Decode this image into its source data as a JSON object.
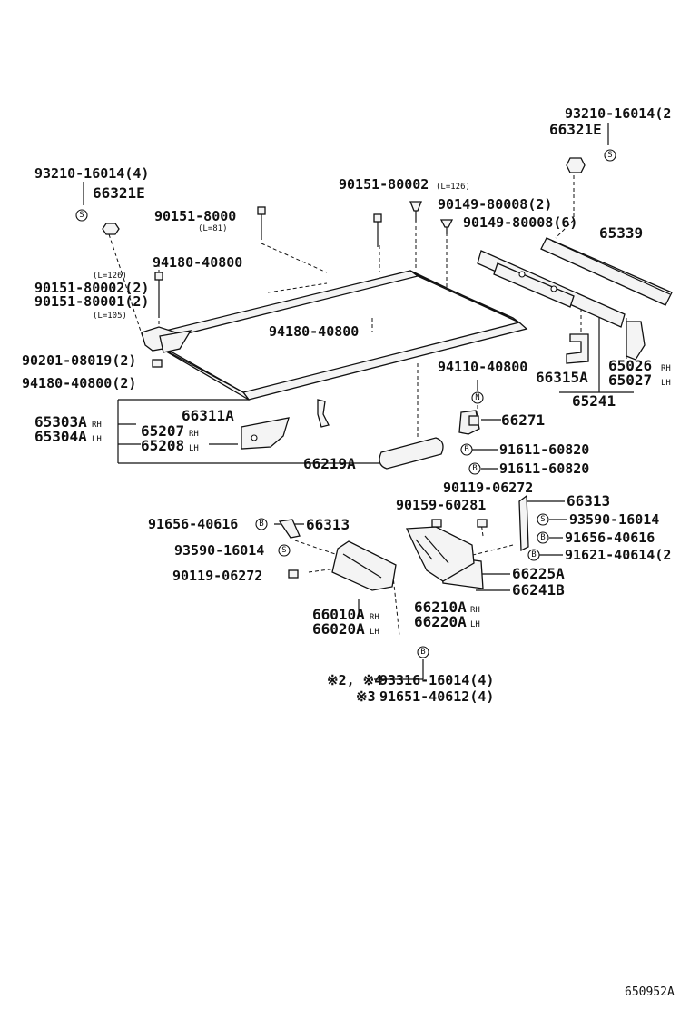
{
  "diagram": {
    "catalog_code": "650952A",
    "labels": {
      "l_93210_tr": "93210-16014(2",
      "l_66321e_tr": "66321E",
      "l_93210_tl": "93210-16014(4)",
      "l_66321e_tl": "66321E",
      "l_90151_a": "90151-8000",
      "l_90151_a_len": "(L=81)",
      "l_90151_top": "90151-80002",
      "l_90151_top_len": "(L=126)",
      "l_90149_2": "90149-80008(2)",
      "l_90149_6": "90149-80008(6)",
      "l_65339": "65339",
      "l_94180_top": "94180-40800",
      "l_l126": "(L=126)",
      "l_90151_80002": "90151-80002(2)",
      "l_90151_80001": "90151-80001(2)",
      "l_l105": "(L=105)",
      "l_94180_mid": "94180-40800",
      "l_90201": "90201-08019(2)",
      "l_94180_2": "94180-40800(2)",
      "l_94110": "94110-40800",
      "l_66315a": "66315A",
      "l_65026": "65026",
      "l_65027": "65027",
      "l_65241": "65241",
      "l_66311a": "66311A",
      "l_65303a": "65303A",
      "l_65304a": "65304A",
      "l_65207": "65207",
      "l_65208": "65208",
      "l_66271": "66271",
      "l_91611_a": "91611-60820",
      "l_91611_b": "91611-60820",
      "l_66219a": "66219A",
      "l_90119_top": "90119-06272",
      "l_90159": "90159-60281",
      "l_66313_r": "66313",
      "l_93590_r": "93590-16014",
      "l_91656_r": "91656-40616",
      "l_91621": "91621-40614(2",
      "l_91656_l": "91656-40616",
      "l_66313_l": "66313",
      "l_93590_l": "93590-16014",
      "l_90119_l": "90119-06272",
      "l_66225a": "66225A",
      "l_66241b": "66241B",
      "l_66210a": "66210A",
      "l_66220a": "66220A",
      "l_66010a": "66010A",
      "l_66020a": "66020A",
      "l_note1_mark": "※2, ※4",
      "l_93316": "93316-16014(4)",
      "l_note2_mark": "※3",
      "l_91651": "91651-40612(4)"
    },
    "markers": {
      "s": "S",
      "n": "N",
      "b": "B",
      "rh": "RH",
      "lh": "LH"
    }
  }
}
